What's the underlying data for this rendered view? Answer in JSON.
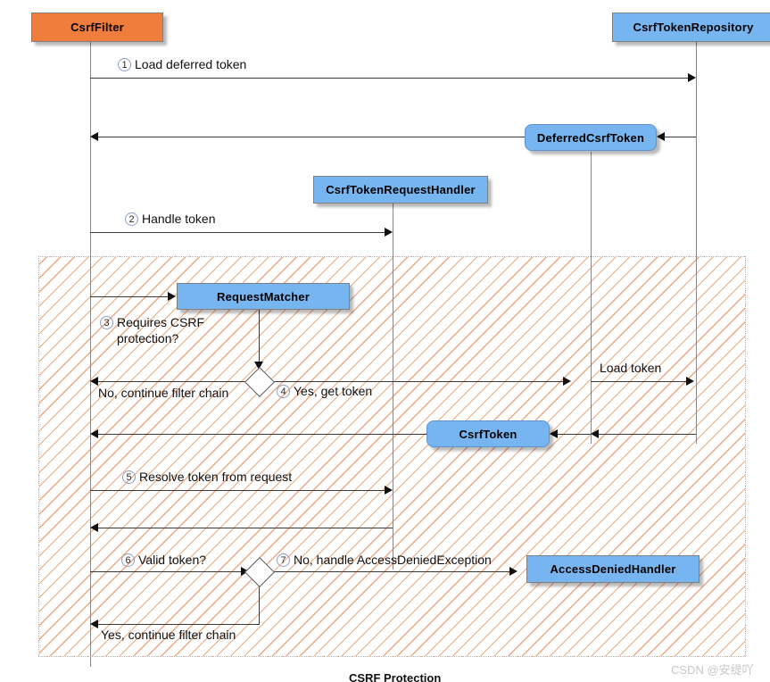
{
  "diagram": {
    "title": "CSRF Protection",
    "watermark": "CSDN @安缇吖",
    "colors": {
      "actor_orange": "#f07d3c",
      "participant_blue": "#77b5f0",
      "hatch_orange": "#f0a882",
      "line_gray": "#888888",
      "arrow_black": "#111111"
    },
    "region": {
      "label": "CSRF Protection"
    }
  },
  "participants": [
    {
      "id": "csrf-filter",
      "label": "CsrfFilter",
      "style": "rect",
      "color": "#f07d3c"
    },
    {
      "id": "csrf-token-repository",
      "label": "CsrfTokenRepository",
      "style": "rect",
      "color": "#77b5f0"
    },
    {
      "id": "deferred-csrf-token",
      "label": "DeferredCsrfToken",
      "style": "round",
      "color": "#77b5f0"
    },
    {
      "id": "csrf-token-request-handler",
      "label": "CsrfTokenRequestHandler",
      "style": "rect",
      "color": "#77b5f0"
    },
    {
      "id": "request-matcher",
      "label": "RequestMatcher",
      "style": "rect",
      "color": "#77b5f0"
    },
    {
      "id": "csrf-token",
      "label": "CsrfToken",
      "style": "round",
      "color": "#77b5f0"
    },
    {
      "id": "access-denied-handler",
      "label": "AccessDeniedHandler",
      "style": "rect",
      "color": "#77b5f0"
    }
  ],
  "messages": [
    {
      "num": "1",
      "text": "Load deferred token",
      "from": "csrf-filter",
      "to": "csrf-token-repository"
    },
    {
      "num": "2",
      "text": "Handle token",
      "from": "csrf-filter",
      "to": "csrf-token-request-handler"
    },
    {
      "num": "3",
      "text": "Requires CSRF protection?",
      "line1": "Requires CSRF",
      "line2": "protection?",
      "from": "csrf-filter",
      "to": "request-matcher"
    },
    {
      "num": "4",
      "text": "Yes, get token",
      "from": "decision-1",
      "to": "csrf-token-repository"
    },
    {
      "num": "5",
      "text": "Resolve token from request",
      "from": "csrf-filter",
      "to": "csrf-token-request-handler"
    },
    {
      "num": "6",
      "text": "Valid token?",
      "from": "csrf-filter",
      "to": "decision-2"
    },
    {
      "num": "7",
      "text": "No, handle AccessDeniedException",
      "from": "decision-2",
      "to": "access-denied-handler"
    }
  ],
  "plain_labels": {
    "no_continue_filter_chain": "No, continue filter chain",
    "yes_continue_filter_chain": "Yes, continue filter chain",
    "load_token": "Load token"
  }
}
